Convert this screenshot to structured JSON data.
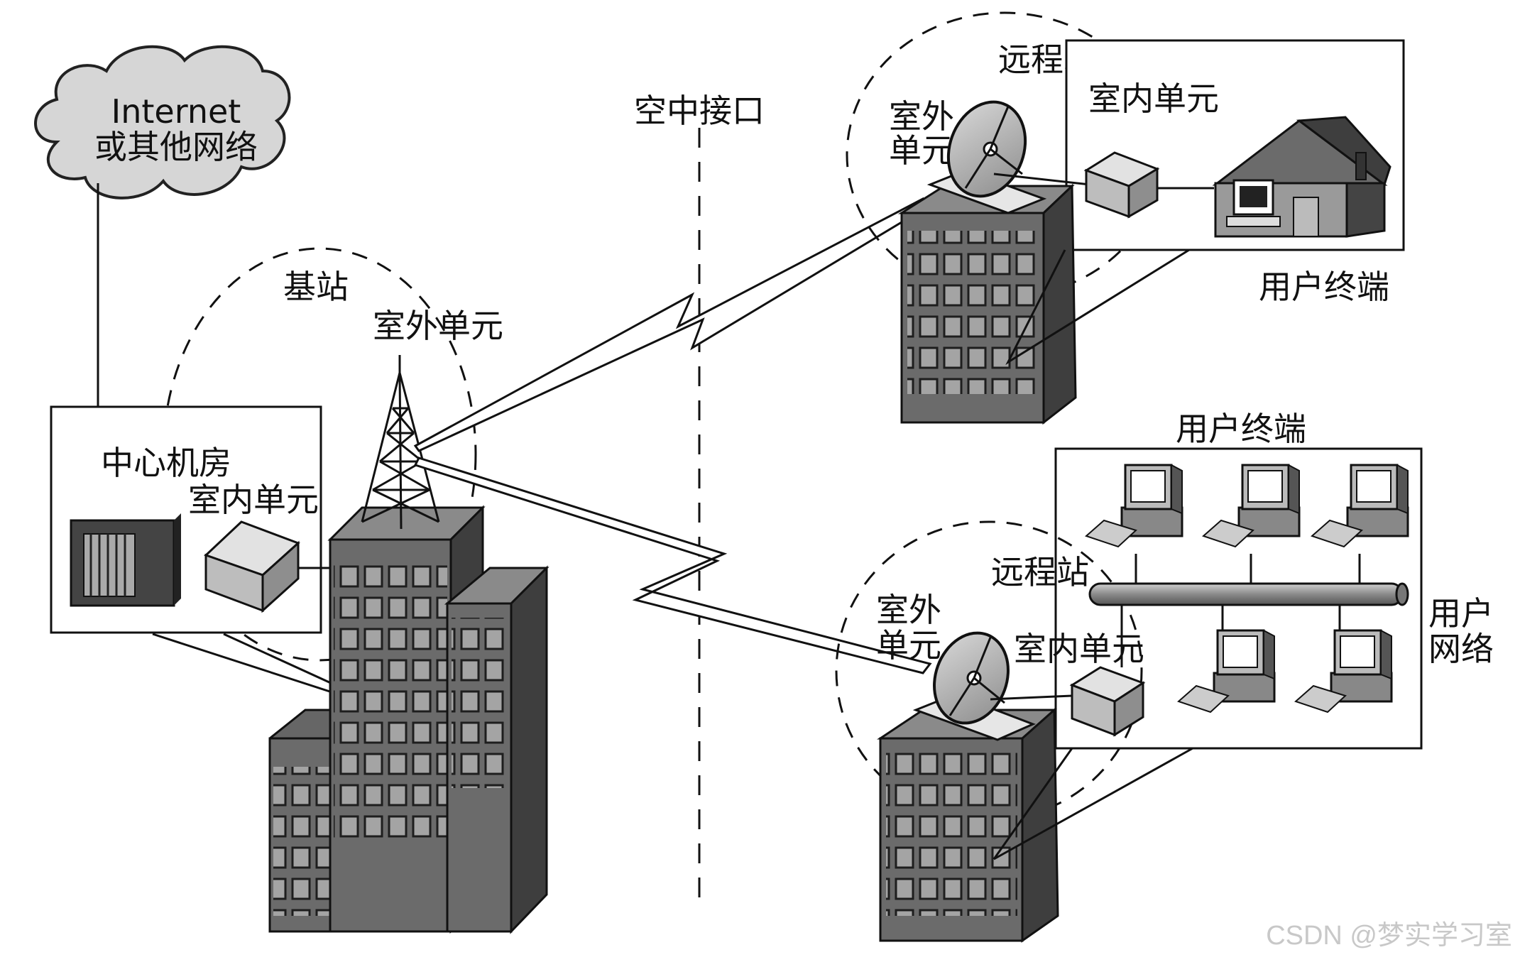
{
  "labels": {
    "cloud_line1": "Internet",
    "cloud_line2": "或其他网络",
    "air_interface": "空中接口",
    "base_station": "基站",
    "base_outdoor_unit": "室外单元",
    "central_room": "中心机房",
    "base_indoor_unit": "室内单元",
    "remote1_station": "远程站",
    "remote1_outdoor_line1": "室外",
    "remote1_outdoor_line2": "单元",
    "remote1_indoor_unit": "室内单元",
    "remote1_user_terminal": "用户终端",
    "remote2_user_terminal": "用户终端",
    "remote2_station": "远程站",
    "remote2_outdoor_line1": "室外",
    "remote2_outdoor_line2": "单元",
    "remote2_indoor_unit": "室内单元",
    "user_network_line1": "用户",
    "user_network_line2": "网络",
    "watermark": "CSDN @梦实学习室"
  },
  "colors": {
    "building_front": "#6b6b6b",
    "building_side": "#3e3e3e",
    "window": "#9a9a9a",
    "cloud": "#d6d6d6",
    "line": "#111111"
  }
}
